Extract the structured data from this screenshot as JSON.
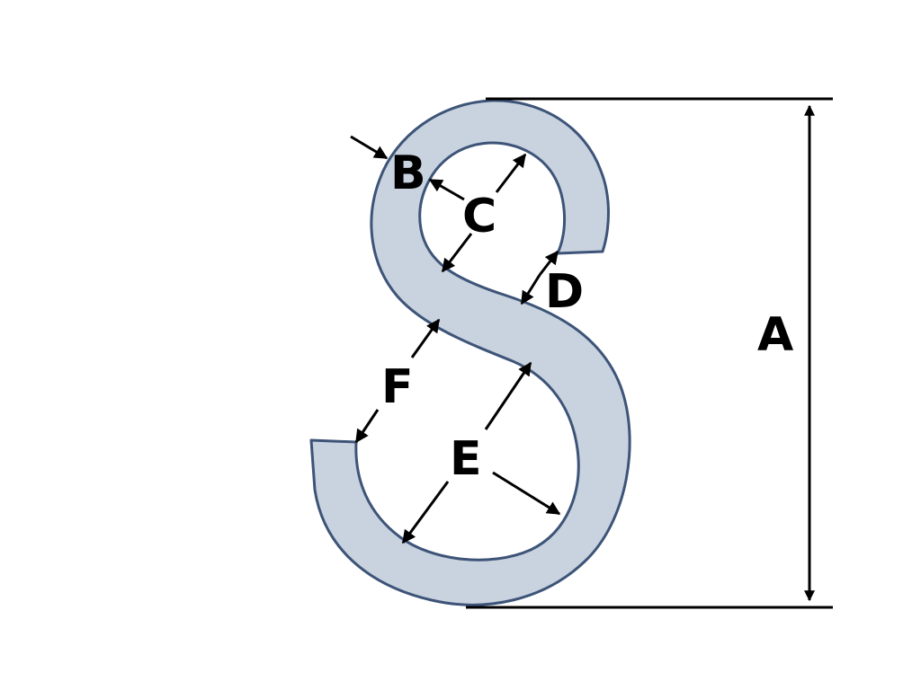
{
  "labels": {
    "A": "A",
    "B": "B",
    "C": "C",
    "D": "D",
    "E": "E",
    "F": "F"
  },
  "colors": {
    "hook_fill": "#c9d3df",
    "hook_stroke": "#3d5478",
    "line": "#000000",
    "background": "#ffffff"
  }
}
